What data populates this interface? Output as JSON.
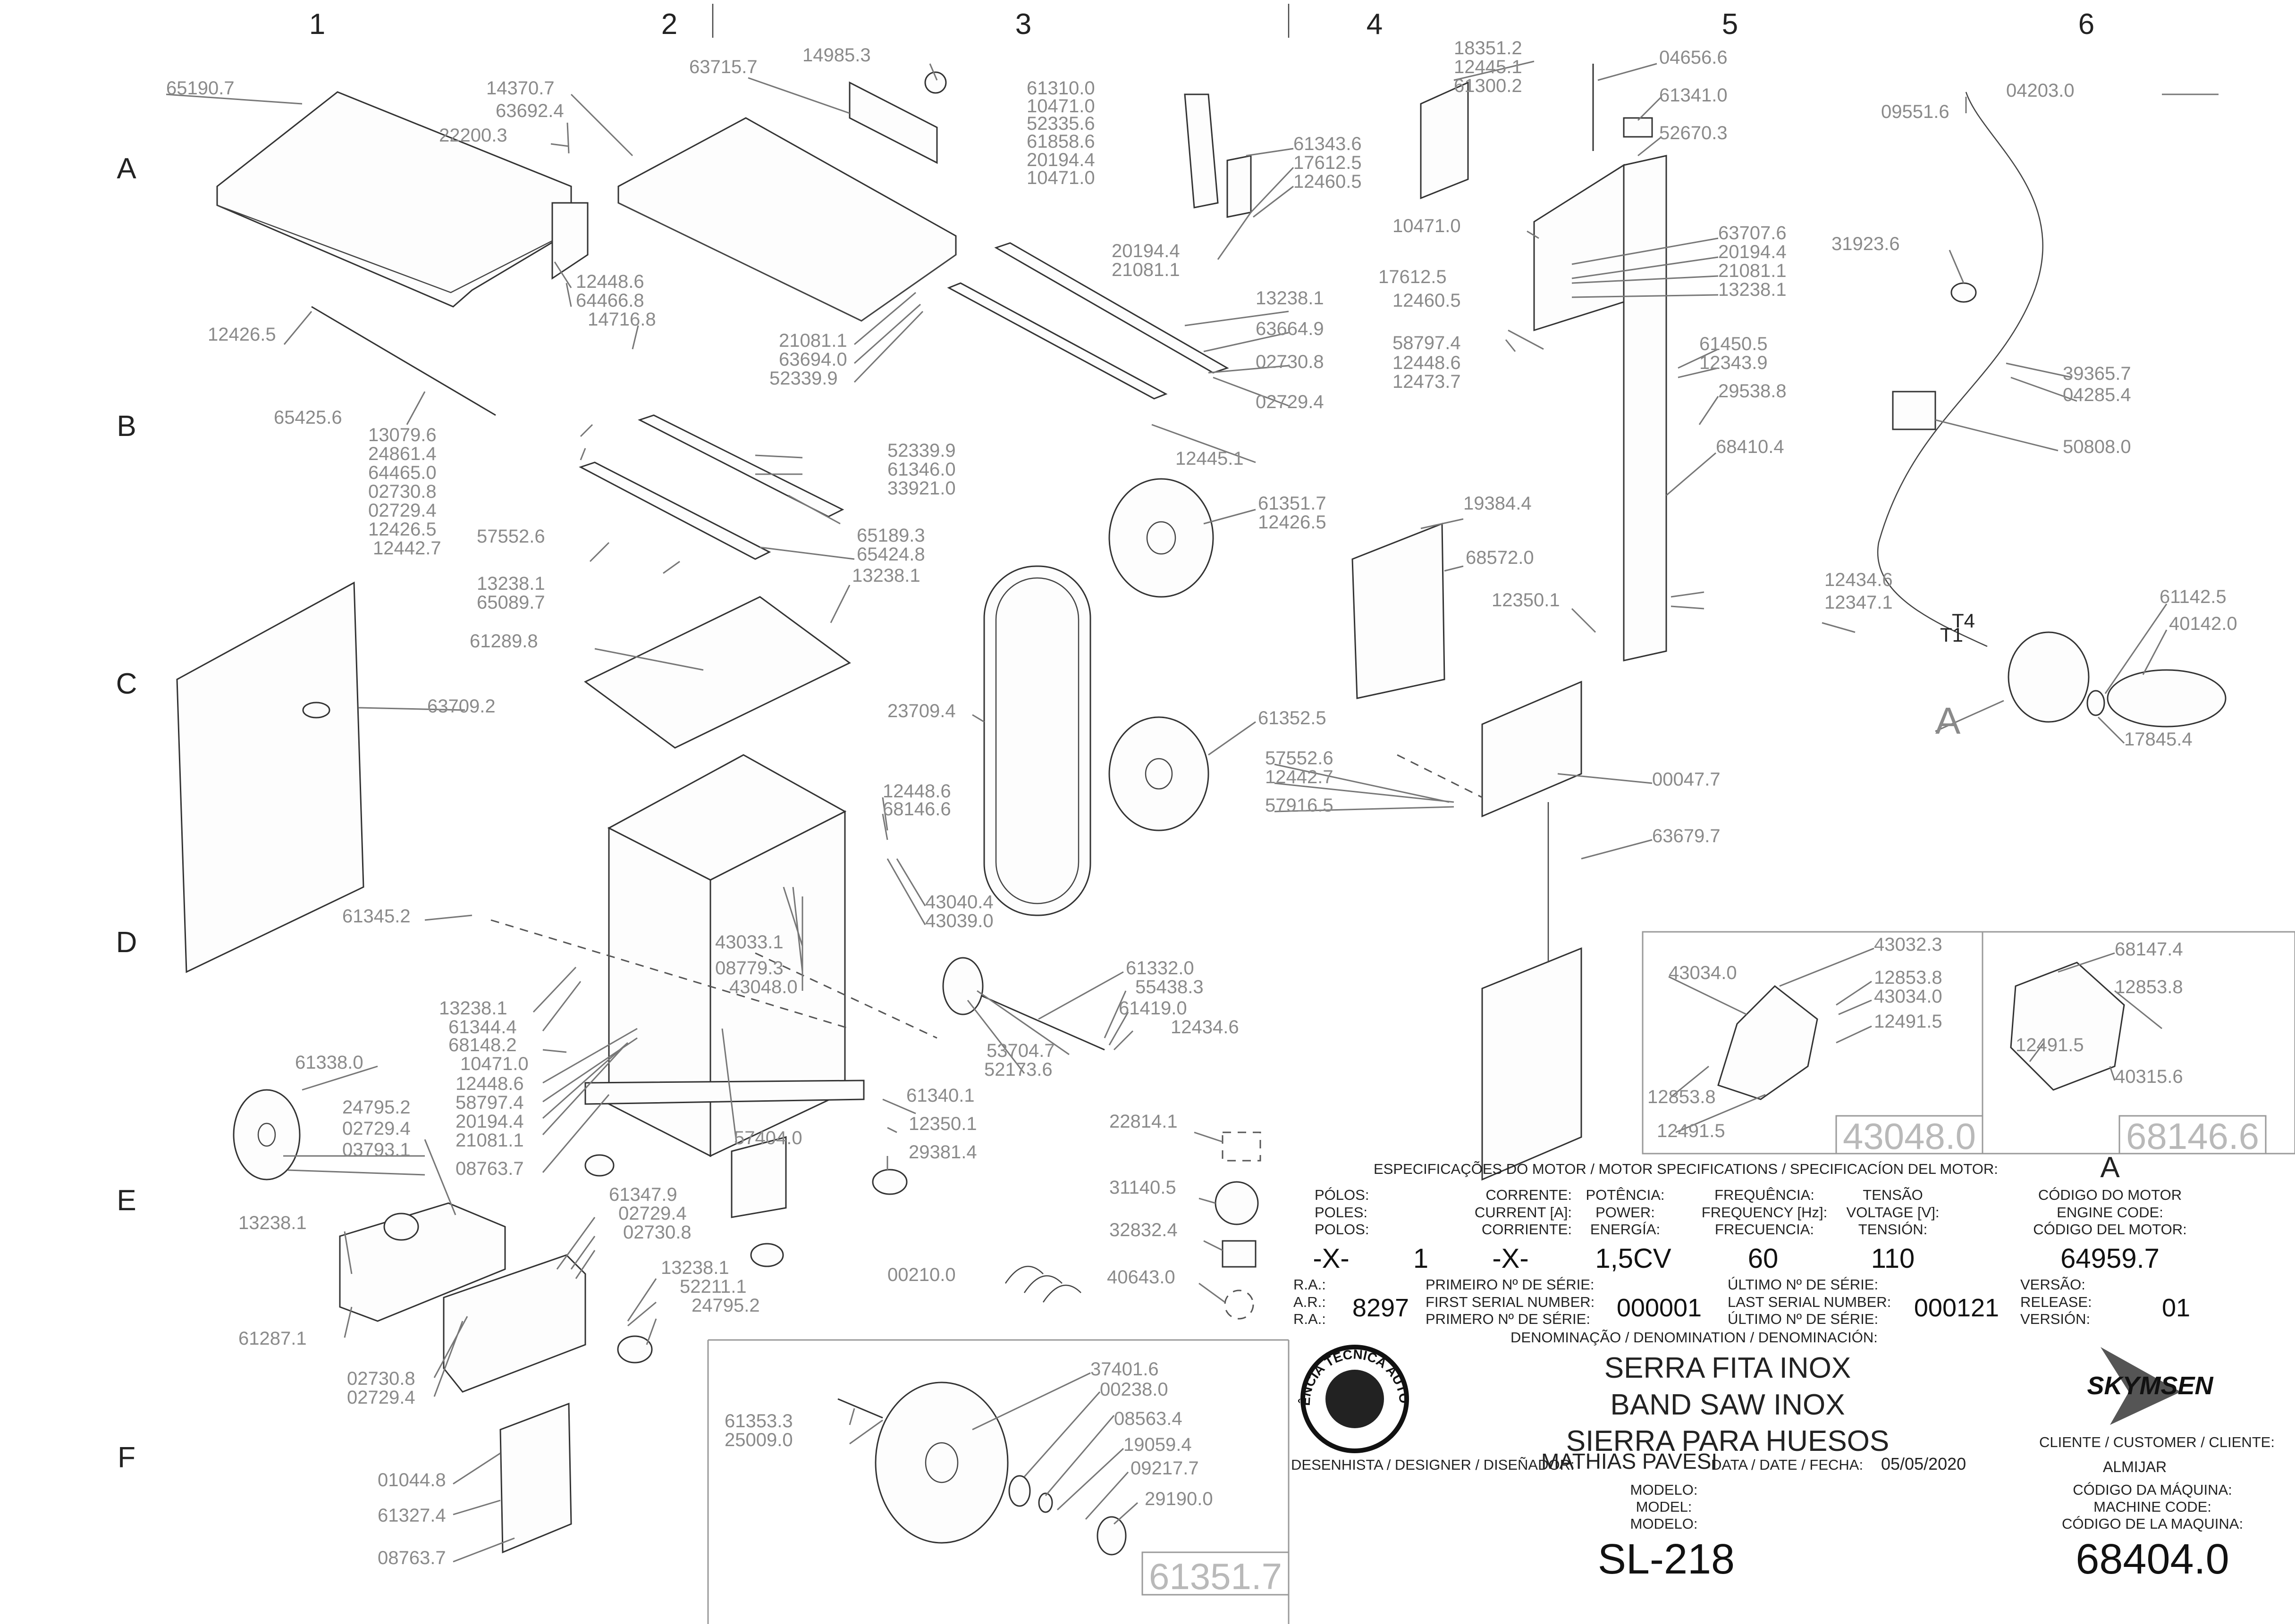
{
  "grid": {
    "columns": [
      "1",
      "2",
      "3",
      "4",
      "5",
      "6"
    ],
    "rows": [
      "A",
      "B",
      "C",
      "D",
      "E",
      "F"
    ]
  },
  "parts": {
    "p65190_7": "65190.7",
    "p14370_7": "14370.7",
    "p63715_7": "63715.7",
    "p14985_3": "14985.3",
    "p63692_4": "63692.4",
    "p22200_3": "22200.3",
    "p12448_6a": "12448.6",
    "p64466_8": "64466.8",
    "p14716_8": "14716.8",
    "p12426_5a": "12426.5",
    "p65425_6": "65425.6",
    "p21081_1a": "21081.1",
    "p63694_0": "63694.0",
    "p52339_9a": "52339.9",
    "p61310_0": "61310.0",
    "p10471_0a": "10471.0",
    "p52335_6": "52335.6",
    "p61858_6": "61858.6",
    "p20194_4a": "20194.4",
    "p10471_0b": "10471.0",
    "p61343_6": "61343.6",
    "p17612_5a": "17612.5",
    "p12460_5a": "12460.5",
    "p20194_4b": "20194.4",
    "p21081_1b": "21081.1",
    "p13238_1a": "13238.1",
    "p63664_9": "63664.9",
    "p02730_8a": "02730.8",
    "p02729_4a": "02729.4",
    "p12445_1a": "12445.1",
    "p18351_2": "18351.2",
    "p12445_1b": "12445.1",
    "p61300_2": "61300.2",
    "p04656_6": "04656.6",
    "p61341_0": "61341.0",
    "p52670_3": "52670.3",
    "p10471_0c": "10471.0",
    "p63707_6": "63707.6",
    "p20194_4c": "20194.4",
    "p21081_1c": "21081.1",
    "p13238_1b": "13238.1",
    "p17612_5b": "17612.5",
    "p12460_5b": "12460.5",
    "p58797_4a": "58797.4",
    "p12448_6b": "12448.6",
    "p12473_7": "12473.7",
    "p61450_5": "61450.5",
    "p12343_9": "12343.9",
    "p29538_8": "29538.8",
    "p68410_4": "68410.4",
    "p04203_0": "04203.0",
    "p09551_6": "09551.6",
    "p31923_6": "31923.6",
    "p39365_7": "39365.7",
    "p04285_4": "04285.4",
    "p50808_0": "50808.0",
    "p13079_6": "13079.6",
    "p24861_4": "24861.4",
    "p64465_0": "64465.0",
    "p02730_8b": "02730.8",
    "p02729_4b": "02729.4",
    "p12426_5b": "12426.5",
    "p12442_7a": "12442.7",
    "p57552_6a": "57552.6",
    "p52339_9b": "52339.9",
    "p61346_0": "61346.0",
    "p33921_0": "33921.0",
    "p65189_3": "65189.3",
    "p65424_8": "65424.8",
    "p13238_1c": "13238.1",
    "p65089_7": "65089.7",
    "p13238_1d": "13238.1",
    "p61289_8": "61289.8",
    "p61351_7a": "61351.7",
    "p12426_5c": "12426.5",
    "p19384_4": "19384.4",
    "p68572_0": "68572.0",
    "p12350_1a": "12350.1",
    "p12434_6a": "12434.6",
    "p12347_1": "12347.1",
    "p61142_5": "61142.5",
    "p40142_0": "40142.0",
    "p17845_4": "17845.4",
    "motor_A": "A",
    "motor_T4": "T4",
    "motor_T1": "T1",
    "p63709_2": "63709.2",
    "p23709_4": "23709.4",
    "p61352_5": "61352.5",
    "p57552_6b": "57552.6",
    "p12442_7b": "12442.7",
    "p57916_5": "57916.5",
    "p00047_7": "00047.7",
    "p63679_7": "63679.7",
    "p12448_6c": "12448.6",
    "p68146_6a": "68146.6",
    "p43040_4": "43040.4",
    "p43039_0": "43039.0",
    "p61345_2": "61345.2",
    "p43033_1": "43033.1",
    "p08779_3": "08779.3",
    "p43048_0a": "43048.0",
    "p61332_0": "61332.0",
    "p55438_3": "55438.3",
    "p61419_0": "61419.0",
    "p12434_6b": "12434.6",
    "p53704_7": "53704.7",
    "p52173_6": "52173.6",
    "p13238_1e": "13238.1",
    "p61344_4": "61344.4",
    "p68148_2": "68148.2",
    "p10471_0d": "10471.0",
    "p12448_6d": "12448.6",
    "p58797_4b": "58797.4",
    "p20194_4d": "20194.4",
    "p21081_1d": "21081.1",
    "p08763_7a": "08763.7",
    "p61338_0": "61338.0",
    "p24795_2a": "24795.2",
    "p02729_4c": "02729.4",
    "p03793_1": "03793.1",
    "p61340_1": "61340.1",
    "p12350_1b": "12350.1",
    "p29381_4": "29381.4",
    "p57404_0": "57404.0",
    "p22814_1": "22814.1",
    "p31140_5": "31140.5",
    "p32832_4": "32832.4",
    "p00210_0": "00210.0",
    "p40643_0": "40643.0",
    "p13238_1f": "13238.1",
    "p61347_9": "61347.9",
    "p02729_4d": "02729.4",
    "p02730_8c": "02730.8",
    "p13238_1g": "13238.1",
    "p52211_1": "52211.1",
    "p24795_2b": "24795.2",
    "p61287_1": "61287.1",
    "p02730_8d": "02730.8",
    "p02729_4e": "02729.4",
    "p01044_8": "01044.8",
    "p61327_4": "61327.4",
    "p08763_7b": "08763.7",
    "p61353_3": "61353.3",
    "p25009_0": "25009.0",
    "p37401_6": "37401.6",
    "p00238_0": "00238.0",
    "p08563_4": "08563.4",
    "p19059_4": "19059.4",
    "p09217_7": "09217.7",
    "p29190_0": "29190.0",
    "p43034_0a": "43034.0",
    "p43032_3": "43032.3",
    "p12853_8a": "12853.8",
    "p43034_0b": "43034.0",
    "p12491_5a": "12491.5",
    "p12853_8b": "12853.8",
    "p12491_5b": "12491.5",
    "p68147_4": "68147.4",
    "p12853_8c": "12853.8",
    "p12491_5c": "12491.5",
    "p40315_6": "40315.6"
  },
  "detail_boxes": {
    "box1": "43048.0",
    "box2": "68146.6",
    "box3": "61351.7"
  },
  "title_block": {
    "motor_header": "ESPECIFICAÇÕES DO MOTOR / MOTOR SPECIFICATIONS / SPECIFICACÍON DEL MOTOR:",
    "motor_letter": "A",
    "poles_label": [
      "PÓLOS:",
      "POLES:",
      "POLOS:"
    ],
    "current_label": [
      "CORRENTE:",
      "CURRENT [A]:",
      "CORRIENTE:"
    ],
    "power_label": [
      "POTÊNCIA:",
      "POWER:",
      "ENERGÍA:"
    ],
    "frequency_label": [
      "FREQUÊNCIA:",
      "FREQUENCY [Hz]:",
      "FRECUENCIA:"
    ],
    "voltage_label": [
      "TENSÃO",
      "VOLTAGE [V]:",
      "TENSIÓN:"
    ],
    "engine_code_label": [
      "CÓDIGO DO MOTOR",
      "ENGINE CODE:",
      "CÓDIGO DEL MOTOR:"
    ],
    "poles_value": "-X-",
    "poles_value2": "1",
    "current_value": "-X-",
    "power_value": "1,5CV",
    "frequency_value": "60",
    "voltage_value": "110",
    "engine_code_value": "64959.7",
    "ra_label": [
      "R.A.:",
      "A.R.:",
      "R.A.:"
    ],
    "ra_value": "8297",
    "first_serial_label": [
      "PRIMEIRO Nº DE SÉRIE:",
      "FIRST SERIAL NUMBER:",
      "PRIMERO Nº DE SÉRIE:"
    ],
    "first_serial_value": "000001",
    "last_serial_label": [
      "ÚLTIMO Nº DE SÉRIE:",
      "LAST SERIAL NUMBER:",
      "ÚLTIMO Nº DE SÉRIE:"
    ],
    "last_serial_value": "000121",
    "version_label": [
      "VERSÃO:",
      "RELEASE:",
      "VERSIÓN:"
    ],
    "version_value": "01",
    "denomination_label": "DENOMINAÇÃO / DENOMINATION / DENOMINACIÓN:",
    "denomination": [
      "SERRA FITA INOX",
      "BAND SAW INOX",
      "SIERRA PARA HUESOS"
    ],
    "brand": "SKYMSEN",
    "seal_text": "ASSISTÊNCIA TÉCNICA AUTORIZADA",
    "designer_label": "DESENHISTA / DESIGNER / DISEÑADOR:",
    "designer_value": "MATHIAS PAVESI",
    "date_label": "DATA / DATE / FECHA:",
    "date_value": "05/05/2020",
    "customer_label": "CLIENTE / CUSTOMER / CLIENTE:",
    "customer_value": "ALMIJAR",
    "model_label": [
      "MODELO:",
      "MODEL:",
      "MODELO:"
    ],
    "model_value": "SL-218",
    "machine_code_label": [
      "CÓDIGO DA MÁQUINA:",
      "MACHINE CODE:",
      "CÓDIGO DE LA MAQUINA:"
    ],
    "machine_code_value": "68404.0"
  }
}
